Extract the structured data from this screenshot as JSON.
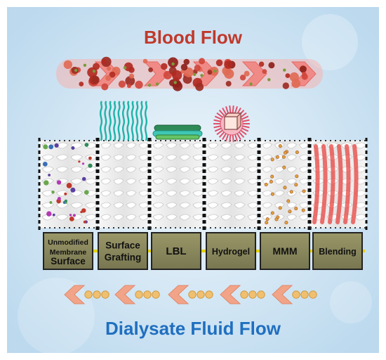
{
  "top_title": "Blood Flow",
  "bottom_title": "Dialysate Fluid Flow",
  "boxes": [
    {
      "lines": [
        "Unmodified",
        "Membrane",
        "Surface"
      ]
    },
    {
      "lines": [
        "Surface",
        "Grafting"
      ]
    },
    {
      "lines": [
        "LBL"
      ]
    },
    {
      "lines": [
        "Hydrogel"
      ]
    },
    {
      "lines": [
        "MMM"
      ]
    },
    {
      "lines": [
        "Blending"
      ]
    }
  ],
  "colors": {
    "title_red": "#c0392b",
    "title_blue": "#1f6fc0",
    "box_fill": "#8c8a5c",
    "connector": "#e6d400",
    "arrow_orange": "#f2a488",
    "dot_yellow": "#f0c070",
    "background": "#dcecf7"
  },
  "icons": [
    "cell-arrow-right",
    "chevron-left-dots",
    "cube",
    "brush-chain"
  ]
}
